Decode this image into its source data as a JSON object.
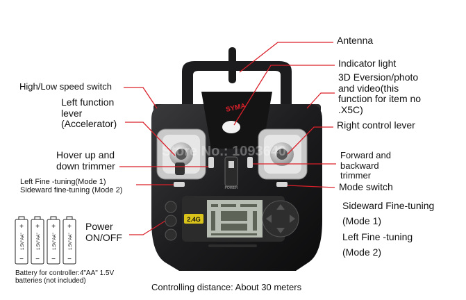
{
  "labels": {
    "antenna": "Antenna",
    "indicator_light": "Indicator light",
    "eversion": "3D Eversion/photo\nand video(this\nfunction for item no\n.X5C)",
    "right_lever": "Right control lever",
    "forward_trimmer": "Forward and\nbackward\ntrimmer",
    "mode_switch": "Mode switch",
    "sideward_mode1": "Sideward Fine-tuning\n(Mode 1)",
    "left_mode2": "Left Fine -tuning\n(Mode 2)",
    "speed_switch": "High/Low speed switch",
    "left_lever": "Left function\nlever\n(Accelerator)",
    "hover_trimmer": "Hover up and\ndown trimmer",
    "fine_tuning": "Left Fine -tuning(Mode 1)\nSideward fine-tuning (Mode 2)",
    "power": "Power\nON/OFF",
    "battery_note": "Battery for controller:4\"AA\" 1.5V\nbatteries (not included)",
    "distance": "Controlling distance: About 30 meters"
  },
  "device": {
    "brand": "SYMA",
    "band": "2.4G",
    "power_text": "POWER",
    "watermark": "Store No.: 1093640"
  },
  "batteries": {
    "label": "1.5V\"AA\"",
    "count": 4
  },
  "colors": {
    "leader": "#d9202a",
    "body": "#1c1c1e",
    "brand": "#d9202a"
  }
}
